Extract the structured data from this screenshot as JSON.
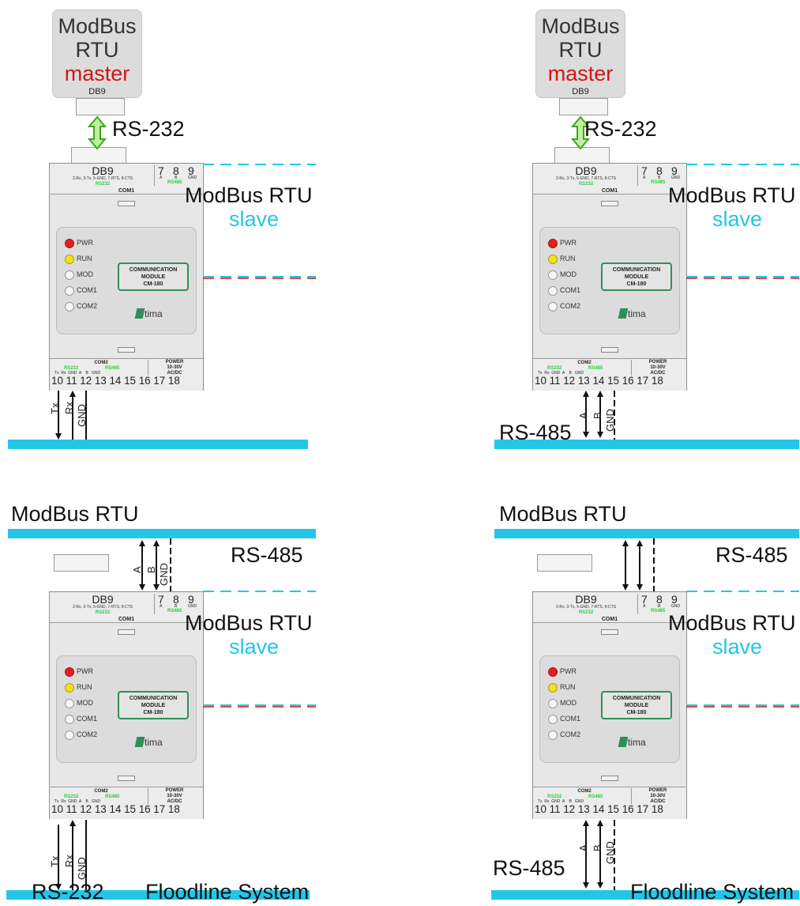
{
  "master": {
    "line1": "ModBus",
    "line2": "RTU",
    "line3": "master",
    "port": "DB9"
  },
  "labels": {
    "rs232": "RS-232",
    "rs485": "RS-485",
    "modbus_rtu": "ModBus RTU",
    "slave": "slave",
    "floodline": "Floodline System",
    "tx": "Tx",
    "rx": "Rx",
    "gnd": "GND",
    "a": "A",
    "b": "B"
  },
  "module": {
    "db9": "DB9",
    "db9_pins": "2-Rx, 3-Tx, 5-GND, 7-RTS, 8-CTS",
    "rs232": "RS232",
    "rs485": "RS485",
    "pin7": "7",
    "pin8": "8",
    "pin9": "9",
    "sub_a": "A",
    "sub_b": "B",
    "sub_gnd": "GND",
    "com1": "COM1",
    "leds": [
      "PWR",
      "RUN",
      "MOD",
      "COM1",
      "COM2"
    ],
    "title1": "COMMUNICATION",
    "title2": "MODULE",
    "title3": "CM-180",
    "brand": "tima",
    "com2": "COM2",
    "bottom_sub": "Tx  Rx  GND  A    B   GND",
    "bottom_nums": "10 11 12 13 14 15 16 17 18",
    "power1": "POWER",
    "power2": "10-30V",
    "power3": "AC/DC"
  },
  "colors": {
    "cyan": "#22c7e8",
    "red": "#d41414",
    "green": "#2ecc40",
    "led_red": "#e02020",
    "led_yellow": "#f0e020"
  }
}
